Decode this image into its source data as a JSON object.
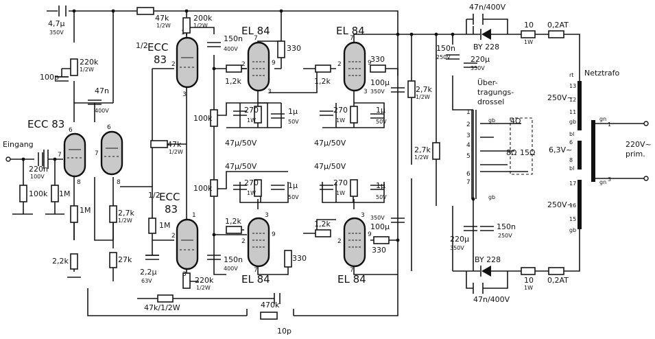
{
  "tubes": {
    "v1": "ECC 83",
    "v2a_half": "1/2",
    "v2a_type": "ECC",
    "v2a_num": "83",
    "v2b_half": "1/2",
    "v2b_type": "ECC",
    "v2b_num": "83",
    "p1": "EL 84",
    "p2": "EL 84",
    "p3": "EL 84",
    "p4": "EL 84"
  },
  "labels": {
    "input": "Eingang",
    "mains_transformer": "Netztrafo",
    "output_transformer_1": "Über-",
    "output_transformer_2": "tragungs-",
    "output_transformer_3": "drossel",
    "primary_voltage": "220V~",
    "primary_label": "prim."
  },
  "resistors": {
    "r_220k_input": "220k",
    "r_220k_input_rating": "1/2W",
    "r_100k_grid": "100k",
    "r_1M_grid": "1M",
    "r_1M_cathode": "1M",
    "r_2_2k": "2,2k",
    "r_2_7k": "2,7k",
    "r_2_7k_rating": "1/2W",
    "r_27k": "27k",
    "r_47k_top": "47k",
    "r_47k_top_rating": "1/2W",
    "r_200k": "200k",
    "r_200k_rating": "1/2W",
    "r_47k_mid": "47k",
    "r_47k_mid_rating": "1/2W",
    "r_1M_pi": "1M",
    "r_220k_bot": "220k",
    "r_220k_bot_rating": "1/2W",
    "r_47k_bot": "47k/1/2W",
    "r_470k": "470k",
    "r_100k_upper": "100k",
    "r_100k_lower": "100k",
    "r_1_2k_a": "1,2k",
    "r_1_2k_b": "1,2k",
    "r_1_2k_c": "1,2k",
    "r_1_2k_d": "1,2k",
    "r_330_a": "330",
    "r_330_b": "330",
    "r_330_c": "330",
    "r_330_d": "330",
    "r_270_a": "270",
    "r_270_b": "270",
    "r_270_c": "270",
    "r_270_d": "270",
    "r_270_rating": "1W",
    "r_2_7k_right_a": "2,7k",
    "r_2_7k_right_b": "2,7k",
    "r_2_7k_right_rating": "1/2W",
    "r_10_top": "10",
    "r_10_bot": "10",
    "r_10_rating": "1W",
    "fuse_top": "0,2AT",
    "fuse_bot": "0,2AT"
  },
  "capacitors": {
    "c_4_7u": "4,7µ",
    "c_4_7u_v": "350V",
    "c_100p": "100p",
    "c_220n": "220n",
    "c_220n_v": "100V",
    "c_47n": "47n",
    "c_47n_v": "400V",
    "c_150n_top": "150n",
    "c_150n_top_v": "400V",
    "c_150n_bot": "150n",
    "c_150n_bot_v": "400V",
    "c_2_2u": "2,2µ",
    "c_2_2u_v": "63V",
    "c_47u_a": "47µ/50V",
    "c_47u_b": "47µ/50V",
    "c_47u_c": "47µ/50V",
    "c_47u_d": "47µ/50V",
    "c_1u_a": "1µ",
    "c_1u_b": "1µ",
    "c_1u_c": "1µ",
    "c_1u_d": "1µ",
    "c_1u_v": "50V",
    "c_100u_top": "100µ",
    "c_100u_top_v": "350V",
    "c_100u_bot": "100µ",
    "c_100u_bot_v": "350V",
    "c_150n_pwr_top": "150n",
    "c_150n_pwr_top_v": "250V",
    "c_220u_top": "220µ",
    "c_220u_top_v": "350V",
    "c_150n_pwr_bot": "150n",
    "c_150n_pwr_bot_v": "250V",
    "c_220u_bot": "220µ",
    "c_220u_bot_v": "350V",
    "c_47n_pwr_top": "47n/400V",
    "c_47n_pwr_bot": "47n/400V",
    "c_10p": "10p"
  },
  "diodes": {
    "d_top": "BY 228",
    "d_bot": "BY 228"
  },
  "output_taps": {
    "gb": "gb",
    "ohm_4": "4Ω",
    "ohm_8": "8Ω",
    "ohm_15": "15Ω",
    "taps": [
      "1",
      "2",
      "3",
      "4",
      "5",
      "6",
      "7"
    ]
  },
  "mains": {
    "sec_top_voltage": "250V~",
    "sec_top_pins": [
      "rt",
      "13",
      "12",
      "11",
      "gb"
    ],
    "heater_voltage": "6,3V~",
    "heater_pins": [
      "bl",
      "6",
      "8",
      "bl"
    ],
    "sec_bot_voltage": "250V~",
    "sec_bot_pins": [
      "17",
      "16",
      "15",
      "gb"
    ],
    "prim_pins": [
      "gn",
      "1",
      "gn",
      "3"
    ]
  },
  "pins": {
    "v1": [
      "6",
      "7",
      "8"
    ],
    "v1b": [
      "6",
      "7",
      "8"
    ],
    "pi_top": [
      "1",
      "2",
      "3"
    ],
    "pi_bot": [
      "1",
      "2",
      "3"
    ],
    "el": [
      "7",
      "9",
      "2",
      "3"
    ]
  }
}
